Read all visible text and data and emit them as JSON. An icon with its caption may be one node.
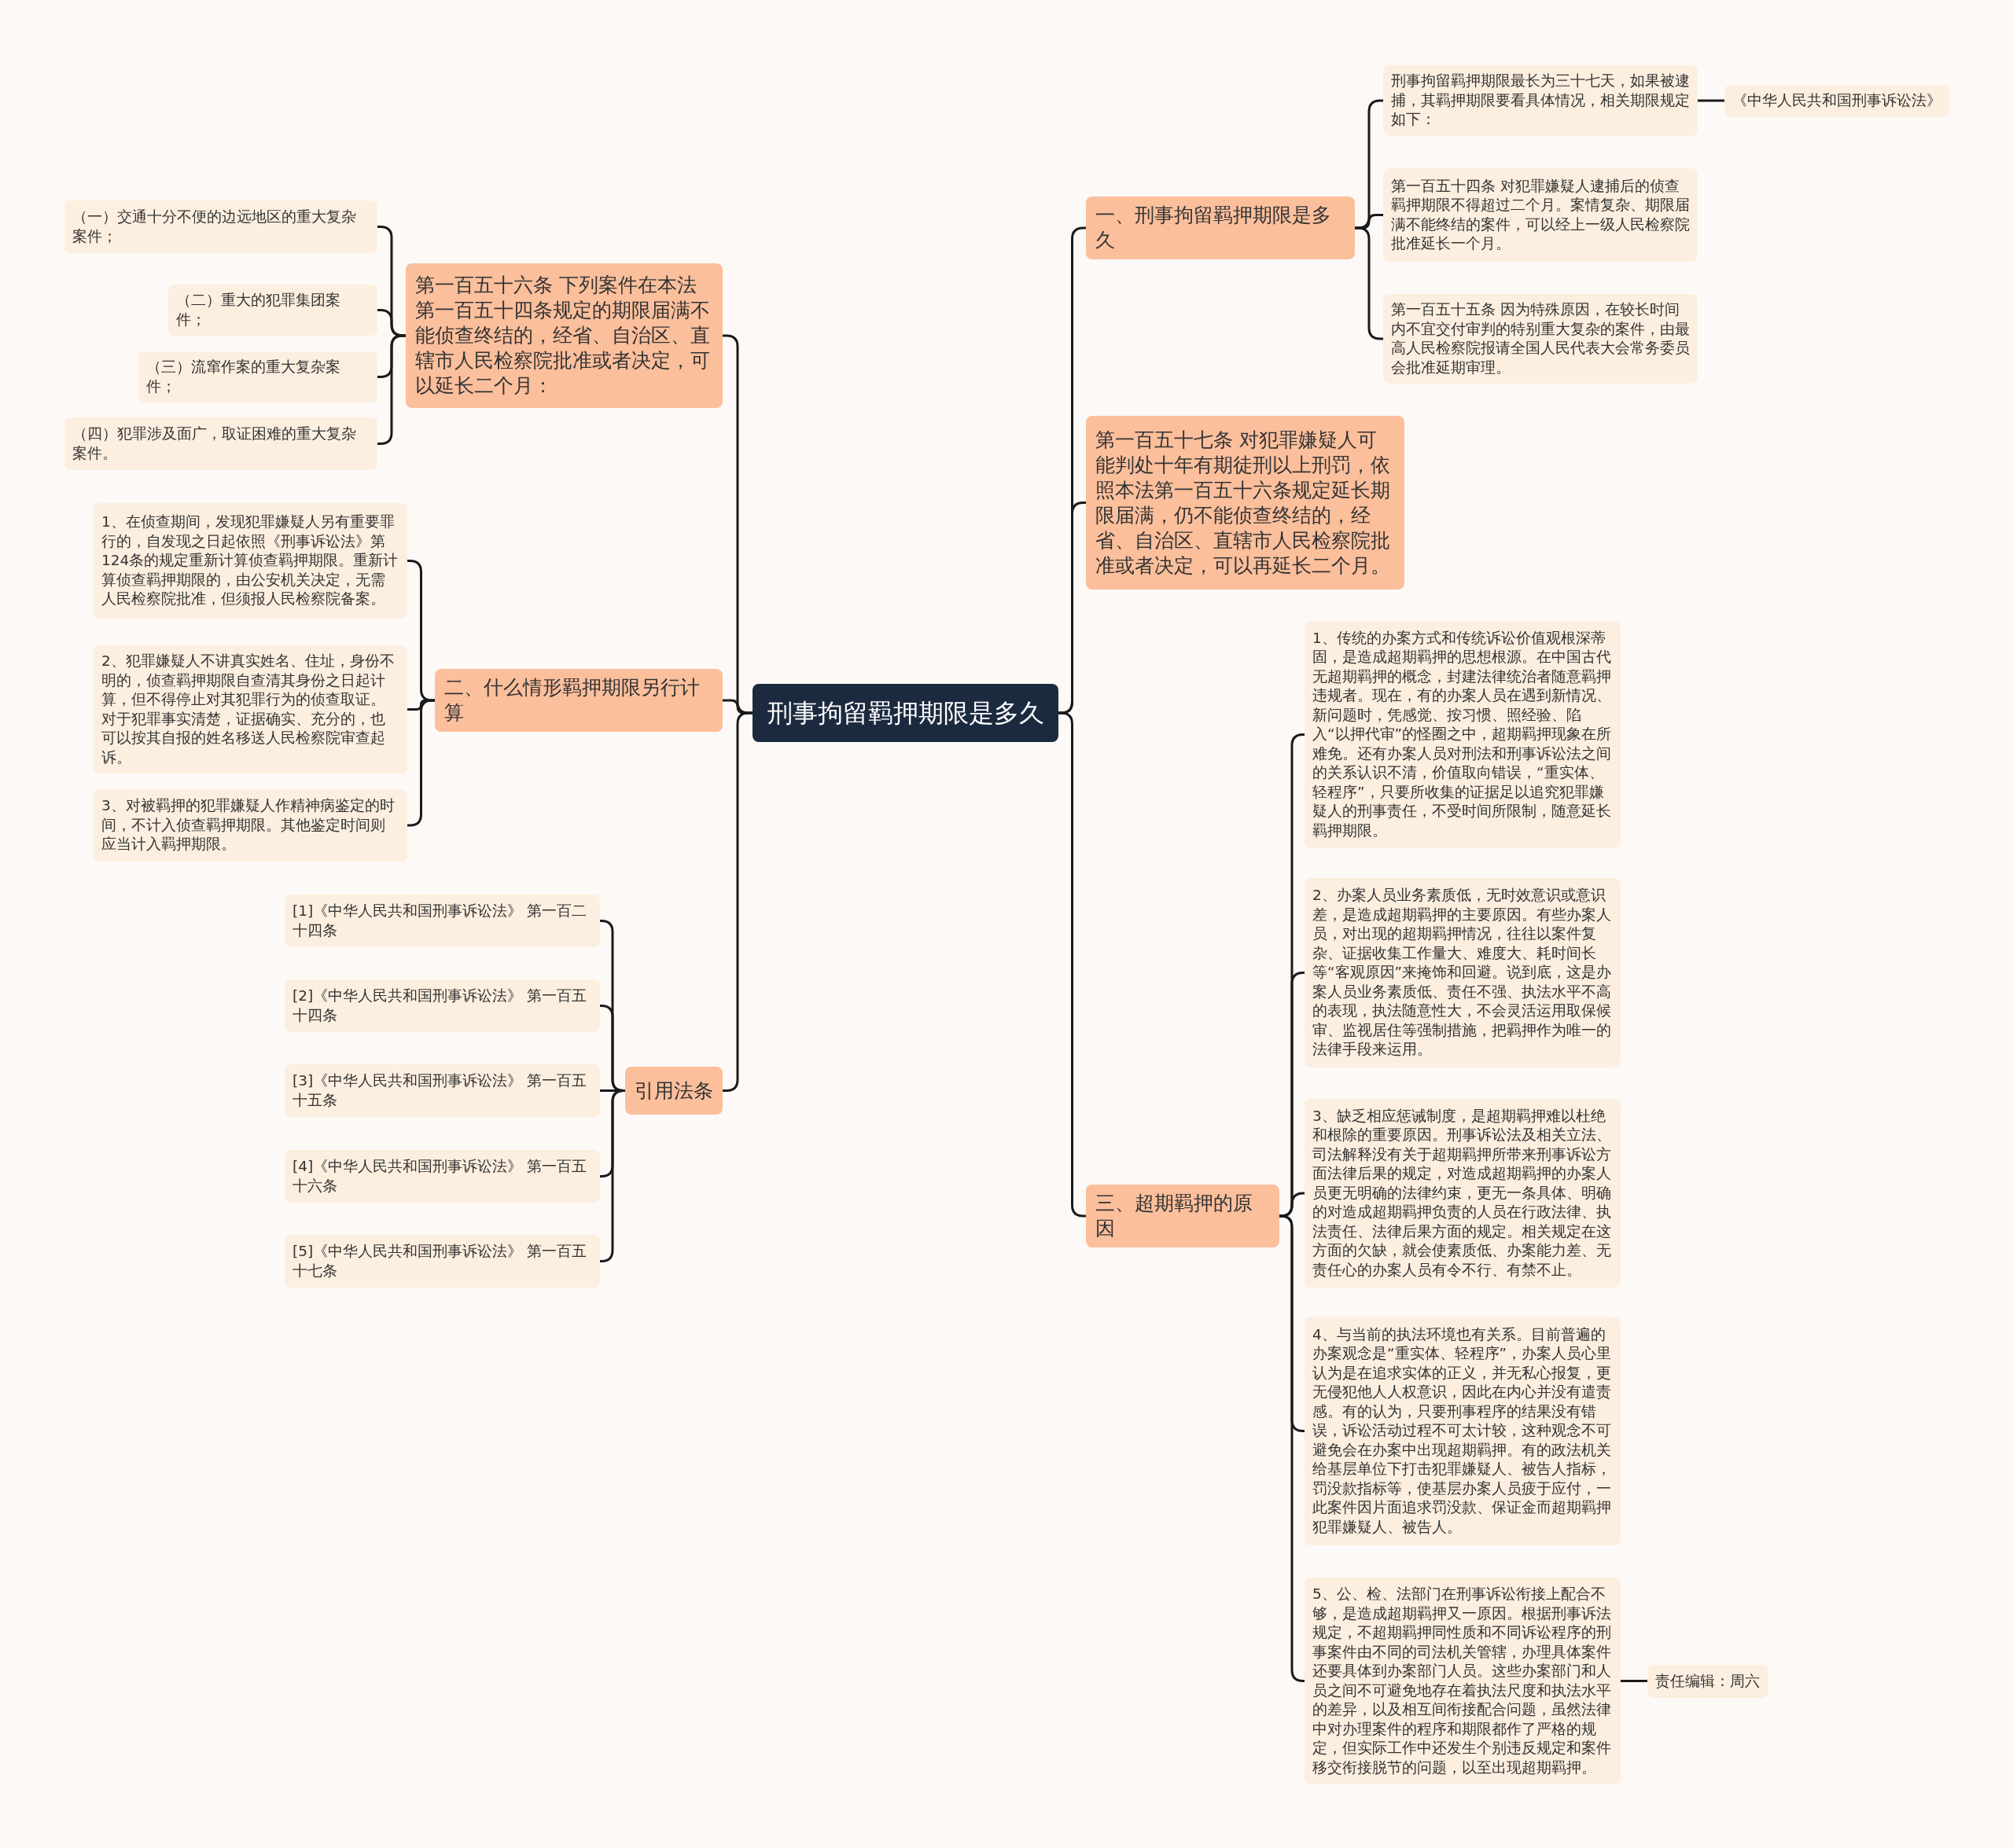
{
  "diagram": {
    "nodes": [
      {
        "text": [
          "刑事拘留羁押期限是多久"
        ]
      },
      {
        "text": [
          "第一百五十六条 下列案件在本法第一百五十四条规定的期限届满不能侦查终结的，经省、自治区、直辖市人民检察院批准或者决定，可以延长二个月："
        ]
      },
      {
        "text": [
          "（一）交通十分不便的边远地区的重大复杂案件；"
        ]
      },
      {
        "text": [
          "（二）重大的犯罪集团案件；"
        ]
      },
      {
        "text": [
          "（三）流窜作案的重大复杂案件；"
        ]
      },
      {
        "text": [
          "（四）犯罪涉及面广，取证困难的重大复杂案件。"
        ]
      },
      {
        "text": [
          "二、什么情形羁押期限另行计算"
        ]
      },
      {
        "text": [
          "1、在侦查期间，发现犯罪嫌疑人另有重要罪行的，自发现之日起依照《刑事诉讼法》第124条的规定重新计算侦查羁押期限。重新计算侦查羁押期限的，由公安机关决定，无需人民检察院批准，但须报人民检察院备案。"
        ]
      },
      {
        "text": [
          "2、犯罪嫌疑人不讲真实姓名、住址，身份不明的，侦查羁押期限自查清其身份之日起计算，但不得停止对其犯罪行为的侦查取证。对于犯罪事实清楚，证据确实、充分的，也可以按其自报的姓名移送人民检察院审查起诉。"
        ]
      },
      {
        "text": [
          "3、对被羁押的犯罪嫌疑人作精神病鉴定的时间，不计入侦查羁押期限。其他鉴定时间则应当计入羁押期限。"
        ]
      },
      {
        "text": [
          "引用法条"
        ]
      },
      {
        "text": [
          "[1]《中华人民共和国刑事诉讼法》 第一百二十四条"
        ]
      },
      {
        "text": [
          "[2]《中华人民共和国刑事诉讼法》 第一百五十四条"
        ]
      },
      {
        "text": [
          "[3]《中华人民共和国刑事诉讼法》 第一百五十五条"
        ]
      },
      {
        "text": [
          "[4]《中华人民共和国刑事诉讼法》 第一百五十六条"
        ]
      },
      {
        "text": [
          "[5]《中华人民共和国刑事诉讼法》 第一百五十七条"
        ]
      },
      {
        "text": [
          "一、刑事拘留羁押期限是多久"
        ]
      },
      {
        "text": [
          "刑事拘留羁押期限最长为三十七天，如果被逮捕，其羁押期限要看具体情况，相关期限规定如下："
        ]
      },
      {
        "text": [
          "《中华人民共和国刑事诉讼法》"
        ]
      },
      {
        "text": [
          "第一百五十四条 对犯罪嫌疑人逮捕后的侦查羁押期限不得超过二个月。案情复杂、期限届满不能终结的案件，可以经上一级人民检察院批准延长一个月。"
        ]
      },
      {
        "text": [
          "第一百五十五条 因为特殊原因，在较长时间内不宜交付审判的特别重大复杂的案件，由最高人民检察院报请全国人民代表大会常务委员会批准延期审理。"
        ]
      },
      {
        "text": [
          "第一百五十七条 对犯罪嫌疑人可能判处十年有期徒刑以上刑罚，依照本法第一百五十六条规定延长期限届满，仍不能侦查终结的，经省、自治区、直辖市人民检察院批准或者决定，可以再延长二个月。"
        ]
      },
      {
        "text": [
          "三、超期羁押的原因"
        ]
      },
      {
        "text": [
          "1、传统的办案方式和传统诉讼价值观根深蒂固，是造成超期羁押的思想根源。在中国古代无超期羁押的概念，封建法律统治者随意羁押违规者。现在，有的办案人员在遇到新情况、新问题时，凭感觉、按习惯、照经验、陷入“以押代审”的怪圈之中，超期羁押现象在所难免。还有办案人员对刑法和刑事诉讼法之间的关系认识不清，价值取向错误，“重实体、轻程序”，只要所收集的证据足以追究犯罪嫌疑人的刑事责任，不受时间所限制，随意延长羁押期限。"
        ]
      },
      {
        "text": [
          "2、办案人员业务素质低，无时效意识或意识差，是造成超期羁押的主要原因。有些办案人员，对出现的超期羁押情况，往往以案件复杂、证据收集工作量大、难度大、耗时间长等“客观原因”来掩饰和回避。说到底，这是办案人员业务素质低、责任不强、执法水平不高的表现，执法随意性大，不会灵活运用取保候审、监视居住等强制措施，把羁押作为唯一的法律手段来运用。"
        ]
      },
      {
        "text": [
          "3、缺乏相应惩诫制度，是超期羁押难以杜绝和根除的重要原因。刑事诉讼法及相关立法、司法解释没有关于超期羁押所带来刑事诉讼方面法律后果的规定，对造成超期羁押的办案人员更无明确的法律约束，更无一条具体、明确的对造成超期羁押负责的人员在行政法律、执法责任、法律后果方面的规定。相关规定在这方面的欠缺，就会使素质低、办案能力差、无责任心的办案人员有令不行、有禁不止。"
        ]
      },
      {
        "text": [
          "4、与当前的执法环境也有关系。目前普遍的办案观念是“重实体、轻程序”，办案人员心里认为是在追求实体的正义，并无私心报复，更无侵犯他人人权意识，因此在内心并没有遣责感。有的认为，只要刑事程序的结果没有错误，诉讼活动过程不可太计较，这种观念不可避免会在办案中出现超期羁押。有的政法机关给基层单位下打击犯罪嫌疑人、被告人指标，罚没款指标等，使基层办案人员疲于应付，一此案件因片面追求罚没款、保证金而超期羁押犯罪嫌疑人、被告人。"
        ]
      },
      {
        "text": [
          "5、公、检、法部门在刑事诉讼衔接上配合不够，是造成超期羁押又一原因。根据刑事诉法规定，不超期羁押同性质和不同诉讼程序的刑事案件由不同的司法机关管辖，办理具体案件还要具体到办案部门人员。这些办案部门和人员之间不可避免地存在着执法尺度和执法水平的差异，以及相互间衔接配合问题，虽然法律中对办理案件的程序和期限都作了严格的规定，但实际工作中还发生个别违反规定和案件移交衔接脱节的问题，以至出现超期羁押。"
        ]
      },
      {
        "text": [
          "责任编辑：周六"
        ]
      }
    ],
    "edges": [
      {
        "from": 0,
        "to": 1,
        "arrow": "none"
      },
      {
        "from": 1,
        "to": 2,
        "arrow": "none"
      },
      {
        "from": 1,
        "to": 3,
        "arrow": "none"
      },
      {
        "from": 1,
        "to": 4,
        "arrow": "none"
      },
      {
        "from": 1,
        "to": 5,
        "arrow": "none"
      },
      {
        "from": 0,
        "to": 6,
        "arrow": "none"
      },
      {
        "from": 6,
        "to": 7,
        "arrow": "none"
      },
      {
        "from": 6,
        "to": 8,
        "arrow": "none"
      },
      {
        "from": 6,
        "to": 9,
        "arrow": "none"
      },
      {
        "from": 0,
        "to": 10,
        "arrow": "none"
      },
      {
        "from": 10,
        "to": 11,
        "arrow": "none"
      },
      {
        "from": 10,
        "to": 12,
        "arrow": "none"
      },
      {
        "from": 10,
        "to": 13,
        "arrow": "none"
      },
      {
        "from": 10,
        "to": 14,
        "arrow": "none"
      },
      {
        "from": 10,
        "to": 15,
        "arrow": "none"
      },
      {
        "from": 0,
        "to": 16,
        "arrow": "none"
      },
      {
        "from": 16,
        "to": 17,
        "arrow": "none"
      },
      {
        "from": 17,
        "to": 18,
        "arrow": "none"
      },
      {
        "from": 16,
        "to": 19,
        "arrow": "none"
      },
      {
        "from": 16,
        "to": 20,
        "arrow": "none"
      },
      {
        "from": 0,
        "to": 21,
        "arrow": "none"
      },
      {
        "from": 0,
        "to": 22,
        "arrow": "none"
      },
      {
        "from": 22,
        "to": 23,
        "arrow": "none"
      },
      {
        "from": 22,
        "to": 24,
        "arrow": "none"
      },
      {
        "from": 22,
        "to": 25,
        "arrow": "none"
      },
      {
        "from": 22,
        "to": 26,
        "arrow": "none"
      },
      {
        "from": 22,
        "to": 27,
        "arrow": "none"
      },
      {
        "from": 27,
        "to": 28,
        "arrow": "none"
      }
    ]
  }
}
